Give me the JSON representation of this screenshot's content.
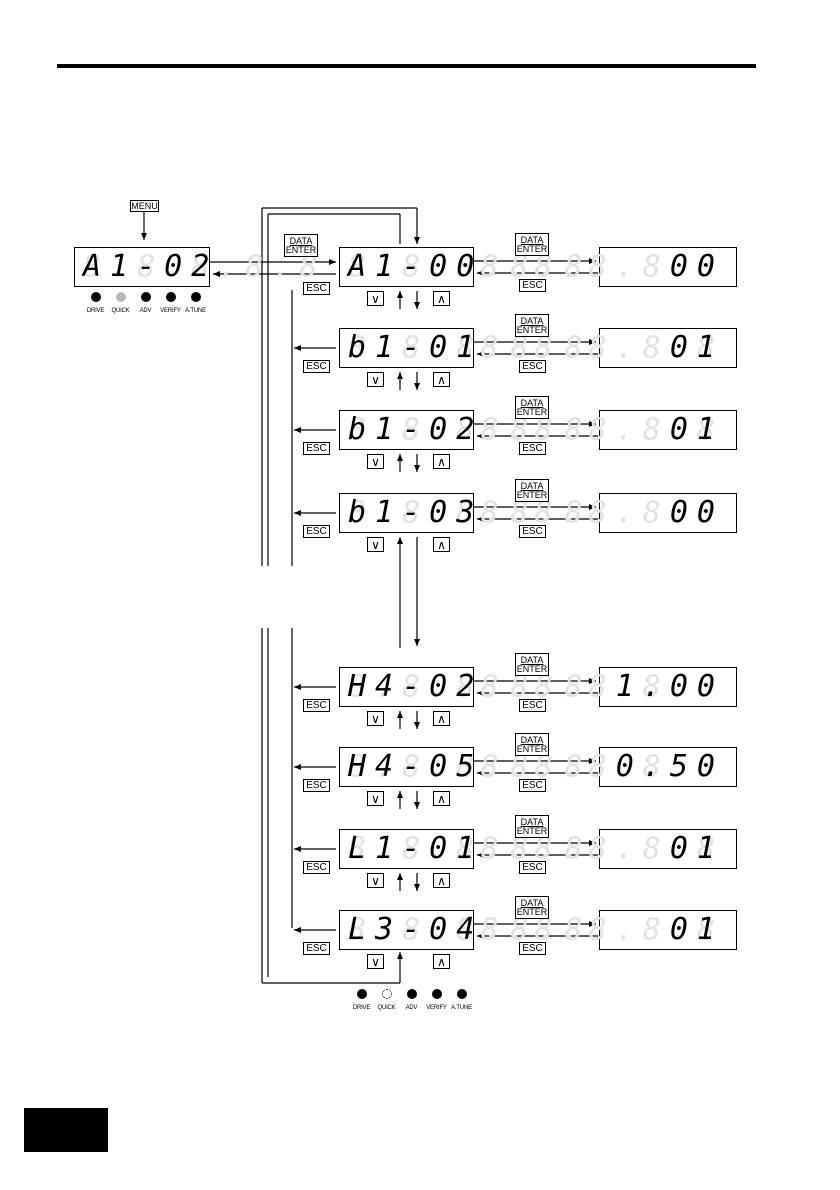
{
  "initial_display": {
    "text": "A1-02"
  },
  "leds_top": [
    {
      "label": "DRIVE",
      "state": "on"
    },
    {
      "label": "QUICK",
      "state": "off"
    },
    {
      "label": "ADV",
      "state": "on"
    },
    {
      "label": "VERIFY",
      "state": "on"
    },
    {
      "label": "A.TUNE",
      "state": "on"
    }
  ],
  "leds_bottom": [
    {
      "label": "DRIVE",
      "state": "on"
    },
    {
      "label": "QUICK",
      "state": "blinking"
    },
    {
      "label": "ADV",
      "state": "on"
    },
    {
      "label": "VERIFY",
      "state": "on"
    },
    {
      "label": "A.TUNE",
      "state": "on"
    }
  ],
  "keys": {
    "menu": "MENU",
    "data": "DATA",
    "enter": "ENTER",
    "esc": "ESC",
    "down": "∨",
    "up": "∧"
  },
  "parameters": [
    {
      "code": "A1-00",
      "value": "00"
    },
    {
      "code": "b1-01",
      "value": "01"
    },
    {
      "code": "b1-02",
      "value": "01"
    },
    {
      "code": "b1-03",
      "value": "00"
    },
    {
      "code": "H4-02",
      "value": "1.00"
    },
    {
      "code": "H4-05",
      "value": "0.50"
    },
    {
      "code": "L1-01",
      "value": "01"
    },
    {
      "code": "L3-04",
      "value": "01"
    }
  ]
}
